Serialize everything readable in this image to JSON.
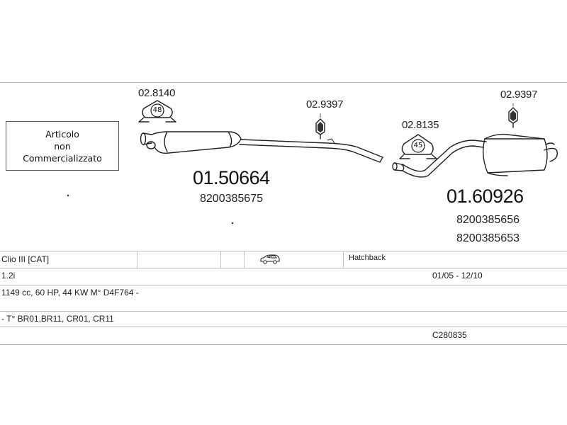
{
  "parts": {
    "clamp_1": "02.8140",
    "clamp_1_size": "48",
    "hanger_1": "02.9397",
    "clamp_2": "02.8135",
    "clamp_2_size": "45",
    "hanger_2": "02.9397",
    "front_section": "01.50664",
    "front_section_oem": "8200385675",
    "rear_section": "01.60926",
    "rear_section_oem_1": "8200385656",
    "rear_section_oem_2": "8200385653"
  },
  "note": {
    "line1": "Articolo",
    "line2": "non",
    "line3": "Commercializzato"
  },
  "table": {
    "model": "Clio III  [CAT]",
    "body_type": "Hatchback",
    "engine": "1.2i",
    "period": "01/05 - 12/10",
    "specs": "1149 cc, 60 HP, 44 KW  M° D4F764 -",
    "types": "- T° BR01,BR11, CR01, CR11",
    "catalog_code": "C280835"
  },
  "icons": {
    "vehicle": "car-hatchback-icon"
  }
}
